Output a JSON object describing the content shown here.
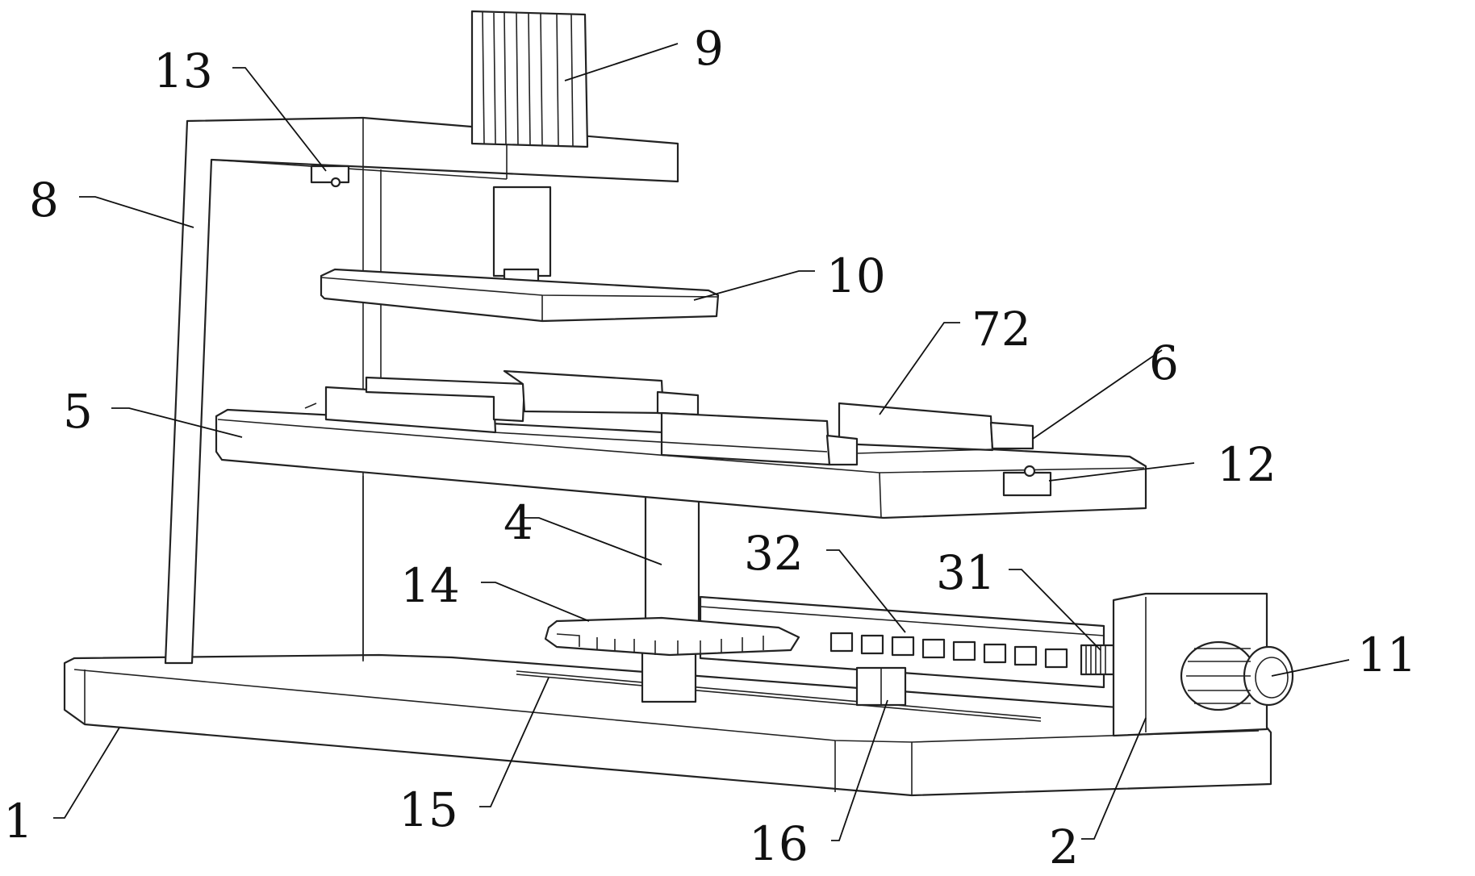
{
  "figure": {
    "description_free": true,
    "line_color": "#222222",
    "background": "#ffffff"
  },
  "labels": [
    {
      "id": "1",
      "text": "1"
    },
    {
      "id": "2",
      "text": "2"
    },
    {
      "id": "4",
      "text": "4"
    },
    {
      "id": "5",
      "text": "5"
    },
    {
      "id": "6",
      "text": "6"
    },
    {
      "id": "8",
      "text": "8"
    },
    {
      "id": "9",
      "text": "9"
    },
    {
      "id": "10",
      "text": "10"
    },
    {
      "id": "11",
      "text": "11"
    },
    {
      "id": "12",
      "text": "12"
    },
    {
      "id": "13",
      "text": "13"
    },
    {
      "id": "14",
      "text": "14"
    },
    {
      "id": "15",
      "text": "15"
    },
    {
      "id": "16",
      "text": "16"
    },
    {
      "id": "31",
      "text": "31"
    },
    {
      "id": "32",
      "text": "32"
    },
    {
      "id": "72",
      "text": "72"
    }
  ]
}
